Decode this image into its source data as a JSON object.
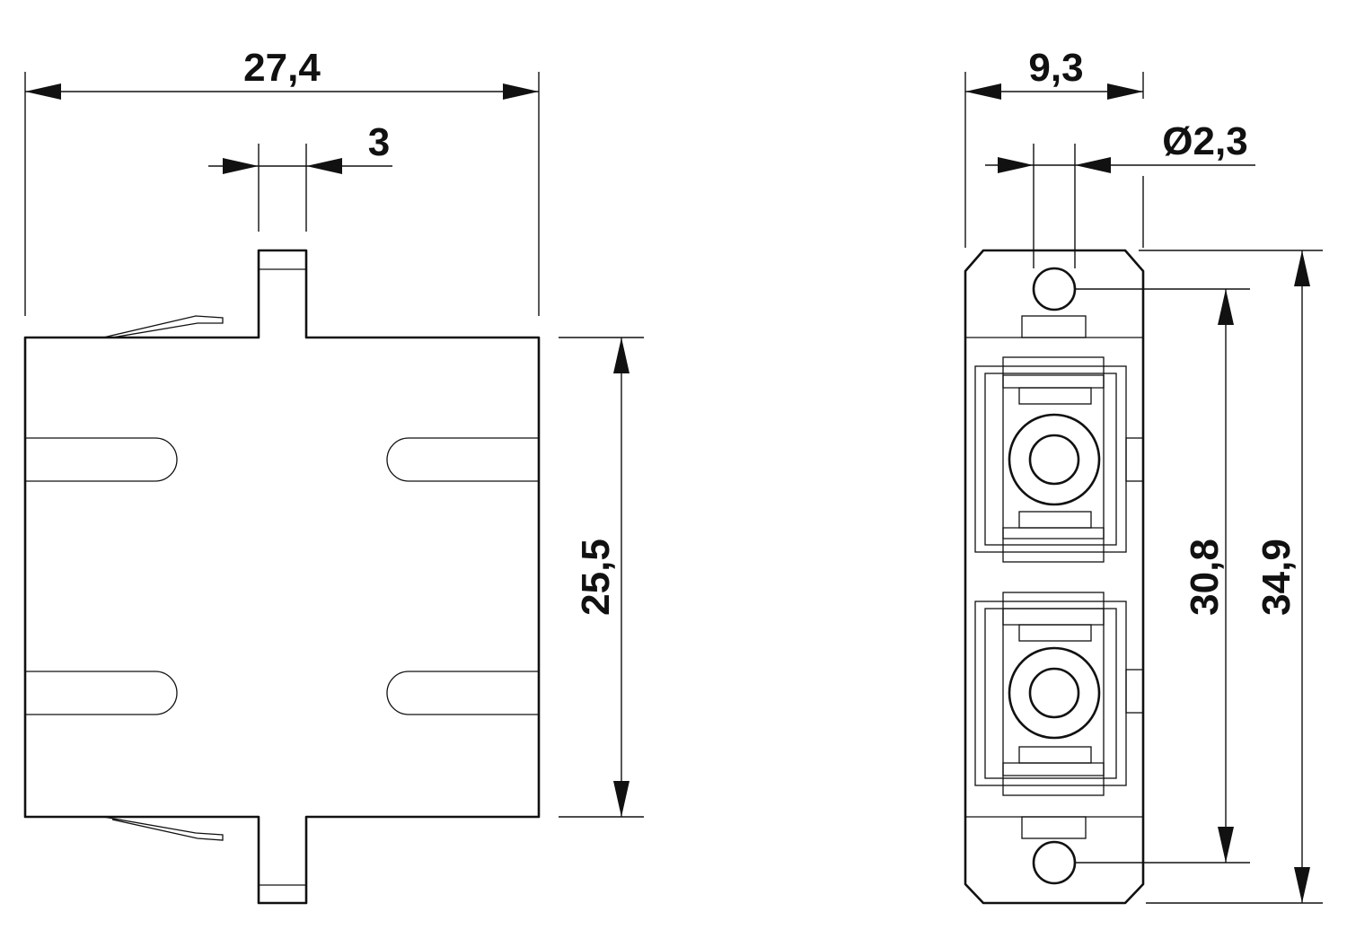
{
  "dimensions": {
    "width_side": "27,4",
    "tab_width": "3",
    "height_side": "25,5",
    "width_front": "9,3",
    "hole_diameter": "Ø2,3",
    "hole_spacing": "30,8",
    "height_front": "34,9"
  },
  "colors": {
    "line": "#111111",
    "background": "#ffffff"
  }
}
